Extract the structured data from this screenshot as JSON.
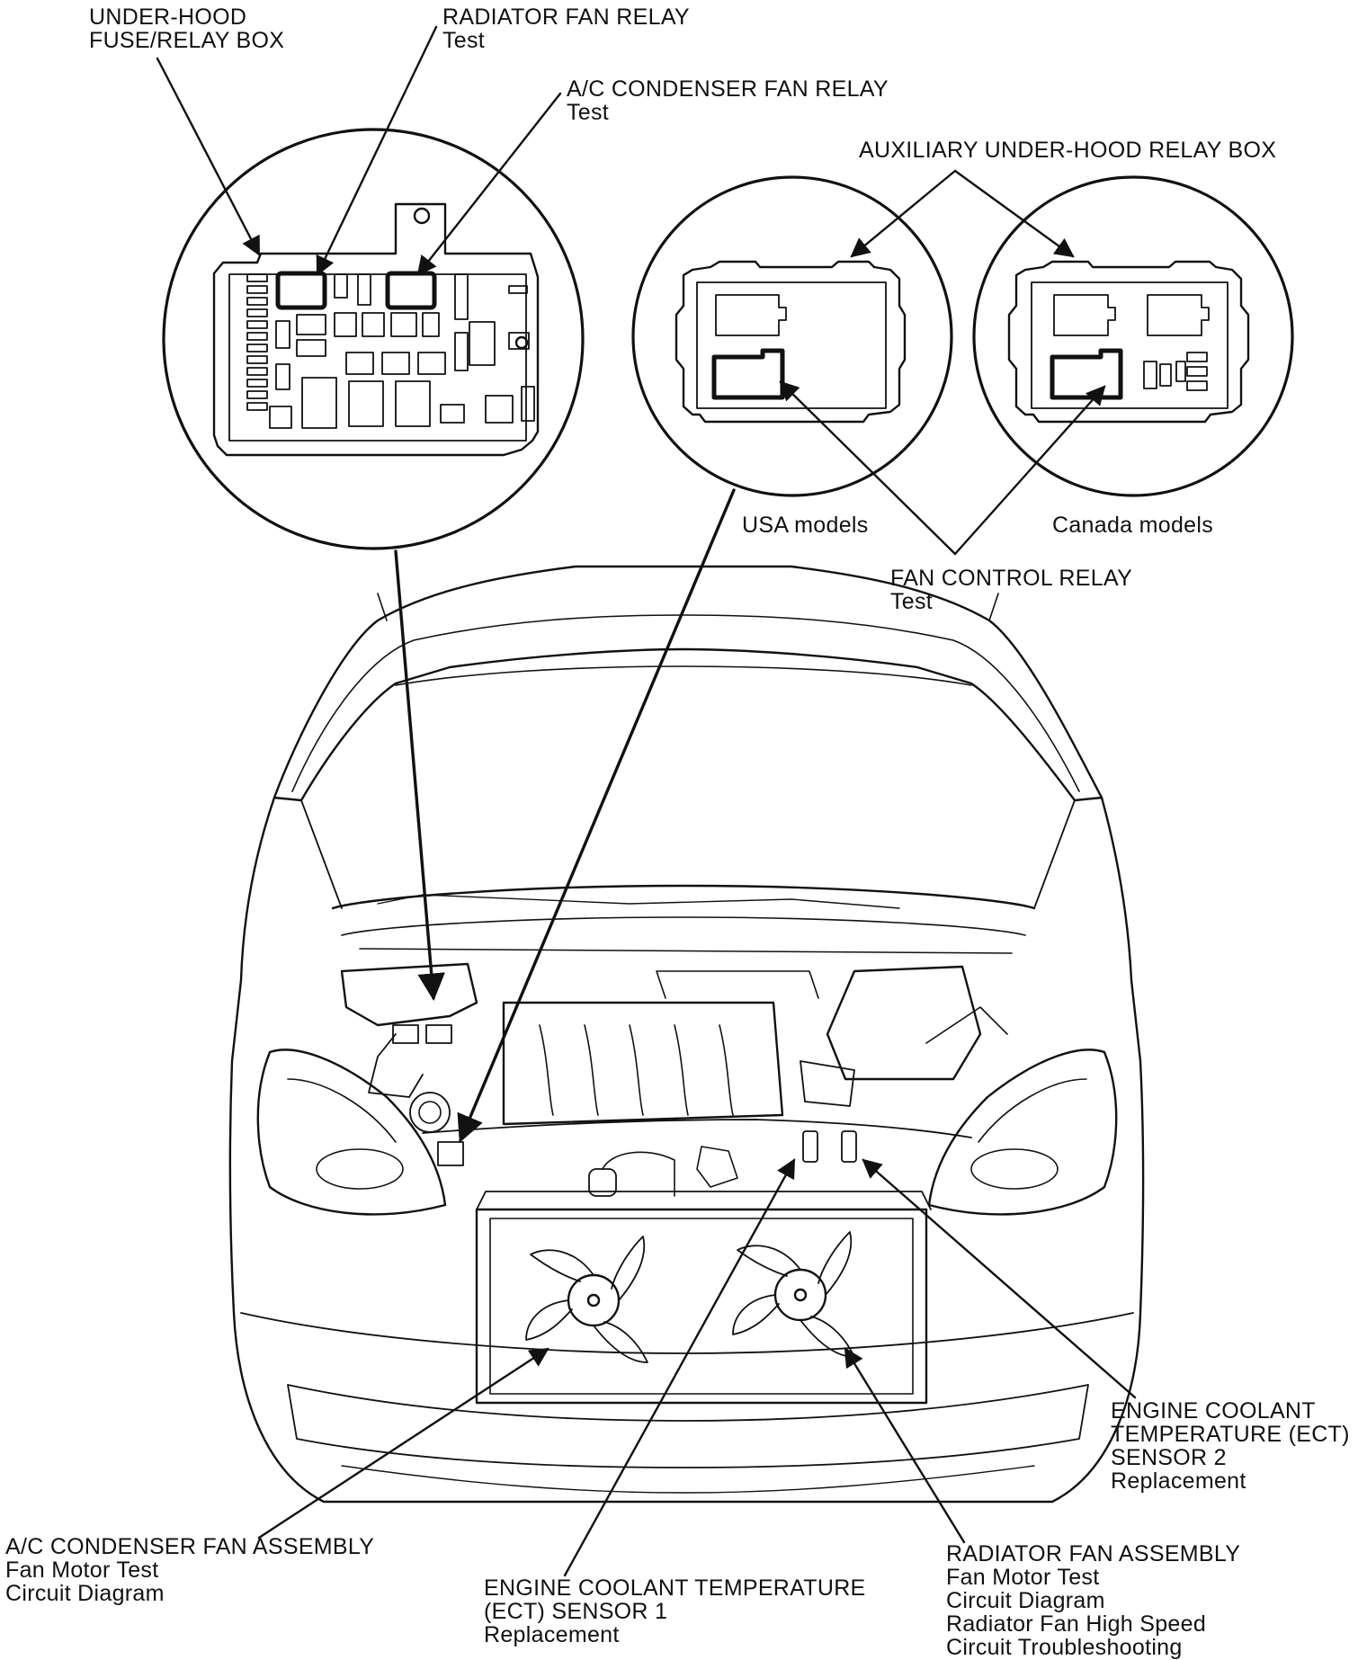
{
  "callouts": {
    "underhood_box": {
      "line1": "UNDER-HOOD",
      "line2": "FUSE/RELAY BOX"
    },
    "radiator_fan_relay": {
      "title": "RADIATOR FAN RELAY",
      "links": [
        "Test"
      ]
    },
    "ac_condenser_fan_relay": {
      "title": "A/C CONDENSER FAN RELAY",
      "links": [
        "Test"
      ]
    },
    "aux_relay_box": {
      "title": "AUXILIARY UNDER-HOOD RELAY BOX"
    },
    "usa_models": "USA models",
    "canada_models": "Canada models",
    "fan_control_relay": {
      "title": "FAN CONTROL RELAY",
      "links": [
        "Test"
      ]
    },
    "ect_sensor_2": {
      "lines": [
        "ENGINE COOLANT",
        "TEMPERATURE (ECT)",
        "SENSOR 2"
      ],
      "links": [
        "Replacement"
      ]
    },
    "ac_condenser_fan_assembly": {
      "title": "A/C CONDENSER FAN ASSEMBLY",
      "links": [
        "Fan Motor Test",
        "Circuit Diagram"
      ]
    },
    "ect_sensor_1": {
      "lines": [
        "ENGINE COOLANT TEMPERATURE",
        "(ECT) SENSOR 1"
      ],
      "links": [
        "Replacement"
      ]
    },
    "radiator_fan_assembly": {
      "title": "RADIATOR FAN ASSEMBLY",
      "links": [
        "Fan Motor Test",
        "Circuit Diagram",
        "Radiator Fan High Speed",
        "Circuit Troubleshooting"
      ]
    }
  }
}
